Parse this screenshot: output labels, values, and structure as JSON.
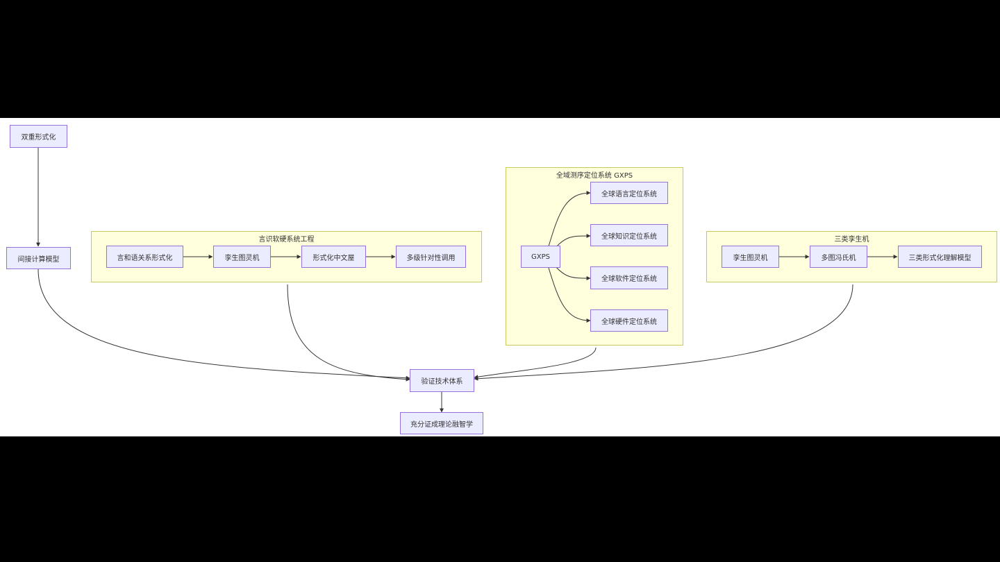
{
  "diagram": {
    "clusters": {
      "yanshi": {
        "title": "言识软硬系统工程"
      },
      "gxps": {
        "title": "全域测序定位系统 GXPS"
      },
      "sanlei": {
        "title": "三类孪生机"
      }
    },
    "nodes": {
      "shuangchong": "双重形式化",
      "jianjie": "间接计算模型",
      "yanhe": "言和语关系形式化",
      "luansheng1": "孪生图灵机",
      "xingshihua": "形式化中文屋",
      "duoji": "多级针对性调用",
      "gxps": "GXPS",
      "quanqiu_yuyan": "全球语言定位系统",
      "quanqiu_zhishi": "全球知识定位系统",
      "quanqiu_ruanjian": "全球软件定位系统",
      "quanqiu_yingjian": "全球硬件定位系统",
      "luansheng2": "孪生图灵机",
      "duotu": "多图冯氏机",
      "sanlei_model": "三类形式化理解模型",
      "yanzheng": "验证技术体系",
      "chongfen": "充分证成理论融智学"
    }
  }
}
